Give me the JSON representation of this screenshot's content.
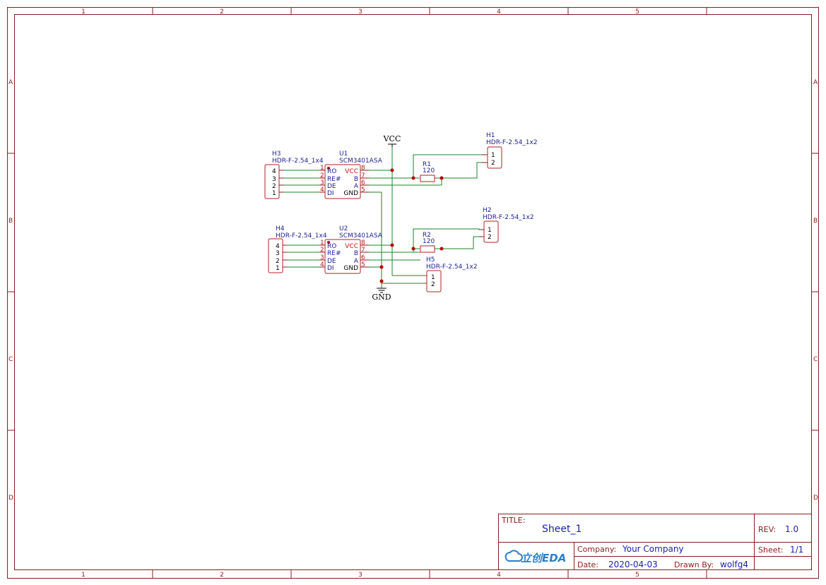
{
  "frame": {
    "columns": [
      "1",
      "2",
      "3",
      "4",
      "5"
    ],
    "rows": [
      "A",
      "B",
      "C",
      "D"
    ]
  },
  "power": {
    "vcc": "VCC",
    "gnd": "GND"
  },
  "components": {
    "U1": {
      "ref": "U1",
      "value": "SCM3401ASA",
      "left_pins": [
        {
          "num": "1",
          "name": "RO"
        },
        {
          "num": "2",
          "name": "RE#"
        },
        {
          "num": "3",
          "name": "DE"
        },
        {
          "num": "4",
          "name": "DI"
        }
      ],
      "right_pins": [
        {
          "num": "8",
          "name": "VCC"
        },
        {
          "num": "7",
          "name": "B"
        },
        {
          "num": "6",
          "name": "A"
        },
        {
          "num": "5",
          "name": "GND"
        }
      ]
    },
    "U2": {
      "ref": "U2",
      "value": "SCM3401ASA",
      "left_pins": [
        {
          "num": "1",
          "name": "RO"
        },
        {
          "num": "2",
          "name": "RE#"
        },
        {
          "num": "3",
          "name": "DE"
        },
        {
          "num": "4",
          "name": "DI"
        }
      ],
      "right_pins": [
        {
          "num": "8",
          "name": "VCC"
        },
        {
          "num": "7",
          "name": "B"
        },
        {
          "num": "6",
          "name": "A"
        },
        {
          "num": "5",
          "name": "GND"
        }
      ]
    },
    "H1": {
      "ref": "H1",
      "value": "HDR-F-2.54_1x2",
      "pins": [
        "1",
        "2"
      ]
    },
    "H2": {
      "ref": "H2",
      "value": "HDR-F-2.54_1x2",
      "pins": [
        "1",
        "2"
      ]
    },
    "H3": {
      "ref": "H3",
      "value": "HDR-F-2.54_1x4",
      "pins": [
        "4",
        "3",
        "2",
        "1"
      ]
    },
    "H4": {
      "ref": "H4",
      "value": "HDR-F-2.54_1x4",
      "pins": [
        "4",
        "3",
        "2",
        "1"
      ]
    },
    "H5": {
      "ref": "H5",
      "value": "HDR-F-2.54_1x2",
      "pins": [
        "1",
        "2"
      ]
    },
    "R1": {
      "ref": "R1",
      "value": "120"
    },
    "R2": {
      "ref": "R2",
      "value": "120"
    }
  },
  "title_block": {
    "title_label": "TITLE:",
    "title": "Sheet_1",
    "rev_label": "REV:",
    "rev": "1.0",
    "company_label": "Company:",
    "company": "Your Company",
    "sheet_label": "Sheet:",
    "sheet": "1/1",
    "date_label": "Date:",
    "date": "2020-04-03",
    "drawn_label": "Drawn By:",
    "drawn_by": "wolfg4",
    "logo": "立创EDA"
  }
}
